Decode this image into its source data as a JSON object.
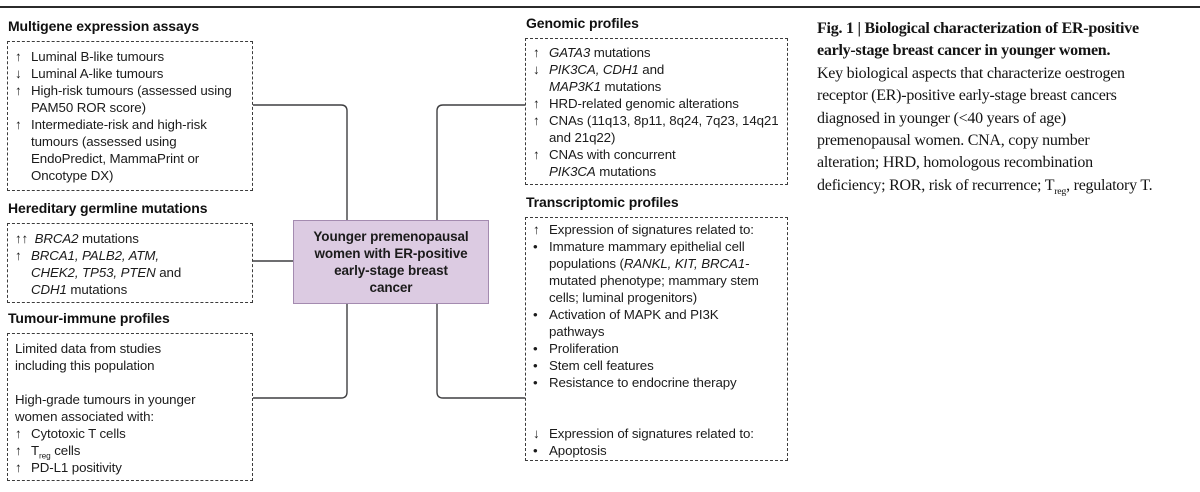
{
  "colors": {
    "center_fill": "#dccbe2",
    "center_border": "#a48bb0",
    "connector_line": "#3f3f41",
    "top_rule": "#2b2b2b"
  },
  "center": {
    "text": "Younger premenopausal\nwomen with ER-positive\nearly-stage breast\ncancer"
  },
  "panels": {
    "multigene": {
      "title": "Multigene expression assays",
      "lines": [
        {
          "m": "↑",
          "s": [
            {
              "t": "Luminal B-like tumours"
            }
          ]
        },
        {
          "m": "↓",
          "s": [
            {
              "t": "Luminal A-like tumours"
            }
          ]
        },
        {
          "m": "↑",
          "s": [
            {
              "t": "High-risk tumours (assessed using"
            }
          ]
        },
        {
          "c": true,
          "s": [
            {
              "t": "PAM50 ROR score)"
            }
          ]
        },
        {
          "m": "↑",
          "s": [
            {
              "t": "Intermediate-risk and high-risk"
            }
          ]
        },
        {
          "c": true,
          "s": [
            {
              "t": "tumours (assessed using"
            }
          ]
        },
        {
          "c": true,
          "s": [
            {
              "t": "EndoPredict, MammaPrint or"
            }
          ]
        },
        {
          "c": true,
          "s": [
            {
              "t": "Oncotype DX)"
            }
          ]
        }
      ]
    },
    "hereditary": {
      "title": "Hereditary germline mutations",
      "lines": [
        {
          "m": "↑↑",
          "s": [
            {
              "t": " "
            },
            {
              "t": "BRCA2",
              "i": true
            },
            {
              "t": " mutations"
            }
          ]
        },
        {
          "m": "↑",
          "s": [
            {
              "t": "BRCA1, PALB2, ATM,",
              "i": true
            }
          ]
        },
        {
          "c": true,
          "s": [
            {
              "t": "CHEK2, TP53, PTEN",
              "i": true
            },
            {
              "t": " and"
            }
          ]
        },
        {
          "c": true,
          "s": [
            {
              "t": "CDH1",
              "i": true
            },
            {
              "t": " mutations"
            }
          ]
        }
      ]
    },
    "immune": {
      "title": "Tumour-immune profiles",
      "lines": [
        {
          "s": [
            {
              "t": "Limited data from studies"
            }
          ]
        },
        {
          "s": [
            {
              "t": "including this population"
            }
          ]
        },
        {
          "b": true
        },
        {
          "s": [
            {
              "t": "High-grade tumours in younger"
            }
          ]
        },
        {
          "s": [
            {
              "t": "women associated with:"
            }
          ]
        },
        {
          "m": "↑",
          "s": [
            {
              "t": "Cytotoxic T cells"
            }
          ]
        },
        {
          "m": "↑",
          "s": [
            {
              "t": "T"
            },
            {
              "t": "reg",
              "sub": true
            },
            {
              "t": " cells"
            }
          ]
        },
        {
          "m": "↑",
          "s": [
            {
              "t": "PD-L1 positivity"
            }
          ]
        }
      ]
    },
    "genomic": {
      "title": "Genomic profiles",
      "lines": [
        {
          "m": "↑",
          "s": [
            {
              "t": "GATA3",
              "i": true
            },
            {
              "t": " mutations"
            }
          ]
        },
        {
          "m": "↓",
          "s": [
            {
              "t": "PIK3CA, CDH1",
              "i": true
            },
            {
              "t": " and"
            }
          ]
        },
        {
          "c": true,
          "s": [
            {
              "t": "MAP3K1",
              "i": true
            },
            {
              "t": " mutations"
            }
          ]
        },
        {
          "m": "↑",
          "s": [
            {
              "t": "HRD-related genomic alterations"
            }
          ]
        },
        {
          "m": "↑",
          "s": [
            {
              "t": "CNAs (11q13, 8p11, 8q24, 7q23, 14q21"
            }
          ]
        },
        {
          "c": true,
          "s": [
            {
              "t": "and 21q22)"
            }
          ]
        },
        {
          "m": "↑",
          "s": [
            {
              "t": "CNAs with concurrent"
            }
          ]
        },
        {
          "c": true,
          "s": [
            {
              "t": "PIK3CA",
              "i": true
            },
            {
              "t": " mutations"
            }
          ]
        }
      ]
    },
    "transcriptomic": {
      "title": "Transcriptomic profiles",
      "lines": [
        {
          "m": "↑",
          "s": [
            {
              "t": "Expression of signatures related to:"
            }
          ]
        },
        {
          "m": "•",
          "s": [
            {
              "t": "Immature mammary epithelial cell"
            }
          ]
        },
        {
          "c": true,
          "s": [
            {
              "t": "populations ("
            },
            {
              "t": "RANKL, KIT, BRCA1-",
              "i": true
            }
          ]
        },
        {
          "c": true,
          "s": [
            {
              "t": "mutated phenotype; mammary stem"
            }
          ]
        },
        {
          "c": true,
          "s": [
            {
              "t": "cells; luminal progenitors)"
            }
          ]
        },
        {
          "m": "•",
          "s": [
            {
              "t": "Activation of MAPK and PI3K"
            }
          ]
        },
        {
          "c": true,
          "s": [
            {
              "t": "pathways"
            }
          ]
        },
        {
          "m": "•",
          "s": [
            {
              "t": "Proliferation"
            }
          ]
        },
        {
          "m": "•",
          "s": [
            {
              "t": "Stem cell features"
            }
          ]
        },
        {
          "m": "•",
          "s": [
            {
              "t": "Resistance to endocrine therapy"
            }
          ]
        },
        {
          "b": true
        },
        {
          "b": true
        },
        {
          "m": "↓",
          "s": [
            {
              "t": "Expression of signatures related to:"
            }
          ]
        },
        {
          "m": "•",
          "s": [
            {
              "t": "Apoptosis"
            }
          ]
        }
      ]
    }
  },
  "caption": {
    "lines": [
      {
        "s": [
          {
            "t": "Fig. 1 | Biological characterization of ER-positive",
            "b": true
          }
        ]
      },
      {
        "s": [
          {
            "t": "early-stage breast cancer in younger women.",
            "b": true
          }
        ]
      },
      {
        "s": [
          {
            "t": "Key biological aspects that characterize oestrogen"
          }
        ]
      },
      {
        "s": [
          {
            "t": "receptor (ER)-positive early-stage breast cancers"
          }
        ]
      },
      {
        "s": [
          {
            "t": "diagnosed in younger (<40 years of age)"
          }
        ]
      },
      {
        "s": [
          {
            "t": "premenopausal women. CNA, copy number"
          }
        ]
      },
      {
        "s": [
          {
            "t": "alteration; HRD, homologous recombination"
          }
        ]
      },
      {
        "s": [
          {
            "t": "deficiency; ROR, risk of recurrence; T"
          },
          {
            "t": "reg",
            "sub": true
          },
          {
            "t": ", regulatory T."
          }
        ]
      }
    ]
  }
}
